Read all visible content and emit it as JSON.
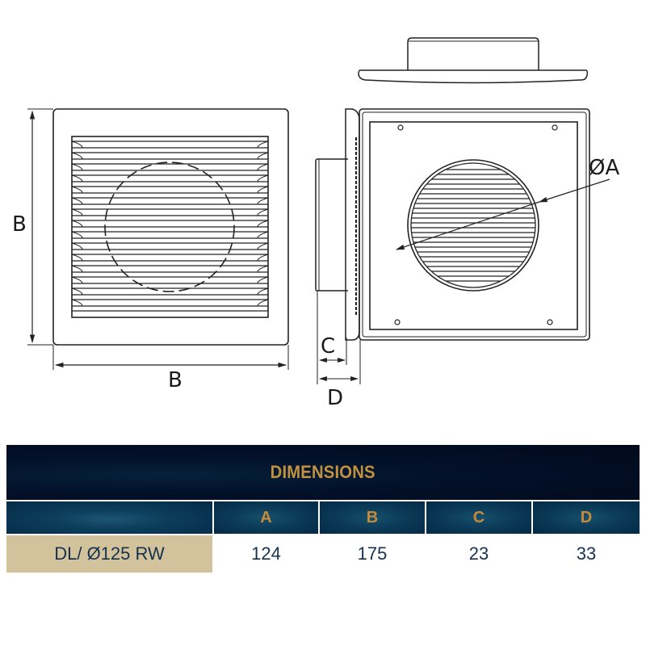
{
  "drawing": {
    "front_view": {
      "width_label": "B",
      "height_label": "B",
      "slat_count": 16
    },
    "side_view": {
      "diameter_label": "ØA",
      "depth_label_c": "C",
      "depth_label_d": "D"
    },
    "top_view": {}
  },
  "table": {
    "title": "DIMENSIONS",
    "colors": {
      "title_bg": "#021028",
      "header_bg": "#0b3b58",
      "accent_text": "#c2913f",
      "model_cell_bg": "#d3c39c",
      "value_text": "#16324f"
    },
    "headers": [
      "",
      "A",
      "B",
      "C",
      "D"
    ],
    "rows": [
      {
        "model": "DL/ Ø125 RW",
        "values": [
          "124",
          "175",
          "23",
          "33"
        ]
      }
    ]
  }
}
